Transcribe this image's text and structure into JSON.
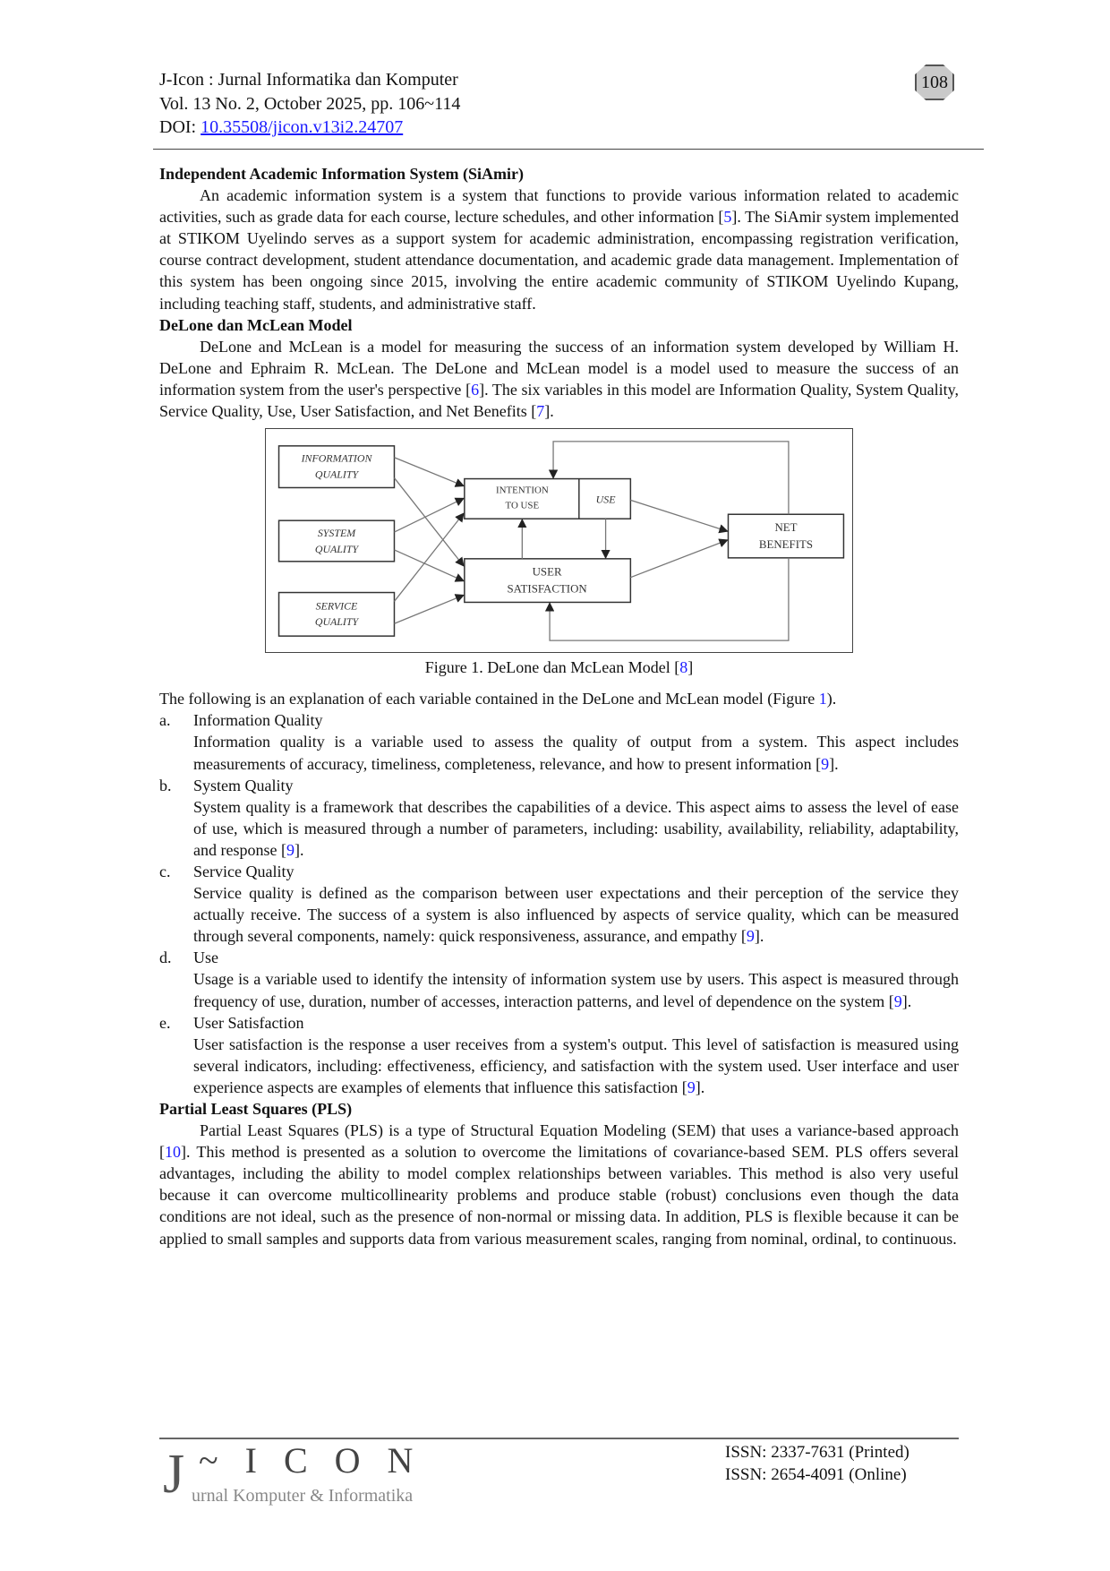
{
  "header": {
    "journal": "J-Icon : Jurnal Informatika dan Komputer",
    "volume": "Vol. 13 No. 2, October 2025, pp. 106~114",
    "doi_label": "DOI: ",
    "doi": "10.35508/jicon.v13i2.24707",
    "page_number": "108"
  },
  "sections": {
    "siamir": {
      "heading": "Independent Academic Information System (SiAmir)",
      "para": [
        {
          "t": "An academic information system is a system that functions to provide various information related to academic activities, such as grade data for each course, lecture schedules, and other information ["
        },
        {
          "r": "5"
        },
        {
          "t": "]. The SiAmir system implemented at STIKOM Uyelindo serves as a support system for academic administration, encompassing registration verification, course contract development, student attendance documentation, and academic grade data management. Implementation of this system has been ongoing since 2015, involving the entire academic community of STIKOM Uyelindo Kupang, including teaching staff, students, and administrative staff."
        }
      ]
    },
    "delone": {
      "heading": "DeLone dan McLean Model",
      "para": [
        {
          "t": "DeLone and McLean is a model for measuring the success of an information system developed by William H. DeLone and Ephraim R. McLean. The DeLone and McLean model is a model used to measure the success of an information system from the user's perspective ["
        },
        {
          "r": "6"
        },
        {
          "t": "]. The six variables in this model are Information Quality, System Quality, Service Quality, Use, User Satisfaction, and Net Benefits ["
        },
        {
          "r": "7"
        },
        {
          "t": "]."
        }
      ]
    },
    "figure": {
      "boxes": {
        "info1": "INFORMATION",
        "info2": "QUALITY",
        "sys1": "SYSTEM",
        "sys2": "QUALITY",
        "svc1": "SERVICE",
        "svc2": "QUALITY",
        "int1": "INTENTION",
        "int2": "TO USE",
        "use": "USE",
        "us1": "USER",
        "us2": "SATISFACTION",
        "nb1": "NET",
        "nb2": "BENEFITS"
      },
      "caption_pre": "Figure 1. DeLone dan McLean Model [",
      "caption_ref": "8",
      "caption_post": "]"
    },
    "explain": {
      "para": [
        {
          "t": "The following is an explanation of each variable contained in the DeLone and McLean model (Figure "
        },
        {
          "r": "1"
        },
        {
          "t": ")."
        }
      ],
      "items": [
        {
          "marker": "a.",
          "title": "Information Quality",
          "body": [
            {
              "t": "Information quality is a variable used to assess the quality of output from a system. This aspect includes measurements of accuracy, timeliness, completeness, relevance, and how to present information ["
            },
            {
              "r": "9"
            },
            {
              "t": "]."
            }
          ]
        },
        {
          "marker": "b.",
          "title": "System Quality",
          "body": [
            {
              "t": "System quality is a framework that describes the capabilities of a device. This aspect aims to assess the level of ease of use, which is measured through a number of parameters, including: usability, availability, reliability, adaptability, and response ["
            },
            {
              "r": "9"
            },
            {
              "t": "]."
            }
          ]
        },
        {
          "marker": "c.",
          "title": "Service Quality",
          "body": [
            {
              "t": "Service quality is defined as the comparison between user expectations and their perception of the service they actually receive. The success of a system is also influenced by aspects of service quality, which can be measured through several components, namely: quick responsiveness, assurance, and empathy ["
            },
            {
              "r": "9"
            },
            {
              "t": "]."
            }
          ]
        },
        {
          "marker": "d.",
          "title": "Use",
          "body": [
            {
              "t": "Usage is a variable used to identify the intensity of information system use by users. This aspect is measured through frequency of use, duration, number of accesses, interaction patterns, and level of dependence on the system ["
            },
            {
              "r": "9"
            },
            {
              "t": "]."
            }
          ]
        },
        {
          "marker": "e.",
          "title": "User Satisfaction",
          "body": [
            {
              "t": "User satisfaction is the response a user receives from a system's output. This level of satisfaction is measured using several indicators, including: effectiveness, efficiency, and satisfaction with the system used. User interface and user experience aspects are examples of elements that influence this satisfaction ["
            },
            {
              "r": "9"
            },
            {
              "t": "]."
            }
          ]
        }
      ]
    },
    "pls": {
      "heading": "Partial Least Squares (PLS)",
      "para": [
        {
          "t": "Partial Least Squares (PLS) is a type of Structural Equation Modeling (SEM) that uses a variance-based approach ["
        },
        {
          "r": "10"
        },
        {
          "t": "]. This method is presented as a solution to overcome the limitations of covariance-based SEM. PLS offers several advantages, including the ability to model complex relationships between variables. This method is also very useful because it can overcome multicollinearity problems and produce stable (robust) conclusions even though the data conditions are not ideal, such as the presence of non-normal or missing data. In addition, PLS is flexible because it can be applied to small samples and supports data from various measurement scales, ranging from nominal, ordinal, to continuous."
        }
      ]
    }
  },
  "footer": {
    "logo_title": "J~ICON",
    "logo_subtitle": "urnal Komputer & Informatika",
    "issn_print": "ISSN: 2337-7631 (Printed)",
    "issn_online": "ISSN: 2654-4091 (Online)"
  },
  "colors": {
    "link": "#1a1aff",
    "text": "#111111"
  }
}
